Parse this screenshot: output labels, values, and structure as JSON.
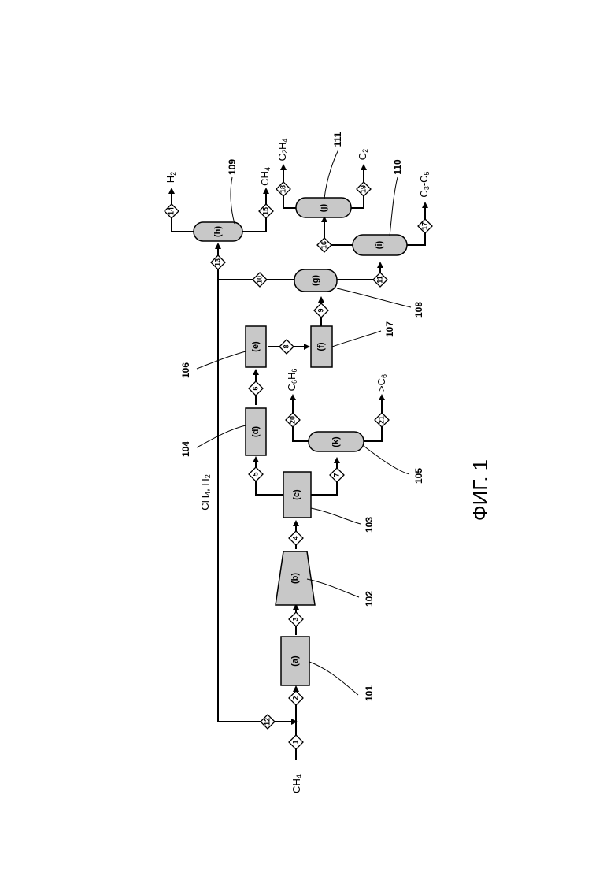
{
  "caption": "ФИГ. 1",
  "units": {
    "a": "(a)",
    "b": "(b)",
    "c": "(c)",
    "d": "(d)",
    "e": "(e)",
    "f": "(f)",
    "g": "(g)",
    "h": "(h)",
    "i": "(i)",
    "j": "(j)",
    "k": "(k)"
  },
  "streams": {
    "s1": "1",
    "s2": "2",
    "s3": "3",
    "s4": "4",
    "s5": "5",
    "s6": "6",
    "s7": "7",
    "s8": "8",
    "s9": "9",
    "s10": "10",
    "s11": "11",
    "s12": "12",
    "s13": "13",
    "s14": "14",
    "s15": "15",
    "s16": "16",
    "s17": "17",
    "s18": "18",
    "s19": "19",
    "s20": "20",
    "s21": "21"
  },
  "refs": {
    "r101": "101",
    "r102": "102",
    "r103": "103",
    "r104": "104",
    "r105": "105",
    "r106": "106",
    "r107": "107",
    "r108": "108",
    "r109": "109",
    "r110": "110",
    "r111": "111"
  },
  "chemicals": {
    "ch4_feed": {
      "main": "CH",
      "sub": "4"
    },
    "recycle": {
      "a": "CH",
      "a_sub": "4",
      "mid": ", H",
      "b_sub": "2"
    },
    "h2": {
      "main": "H",
      "sub": "2"
    },
    "ch4_out": {
      "main": "CH",
      "sub": "4"
    },
    "c2h4": {
      "a": "C",
      "a_sub": "2",
      "b": "H",
      "b_sub": "4"
    },
    "c2": {
      "main": "C",
      "sub": "2"
    },
    "c3c5": {
      "a": "C",
      "a_sub": "3",
      "mid": "-C",
      "b_sub": "5"
    },
    "c6h6": {
      "a": "C",
      "a_sub": "6",
      "b": "H",
      "b_sub": "6"
    },
    "gt_c6": {
      "main": ">C",
      "sub": "6"
    }
  }
}
